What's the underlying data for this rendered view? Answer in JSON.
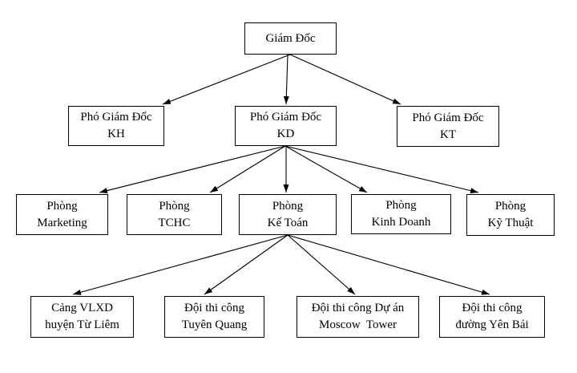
{
  "diagram": {
    "type": "org-chart",
    "background_color": "#ffffff",
    "line_color": "#000000",
    "box_border_color": "#000000",
    "text_color": "#000000",
    "nodes": [
      {
        "id": "giam-doc",
        "level": 1,
        "lines": [
          "Giám Đốc",
          ""
        ]
      },
      {
        "id": "pho-giam-doc-kh",
        "level": 2,
        "lines": [
          "Phó Giám Đốc",
          "KH"
        ]
      },
      {
        "id": "pho-giam-doc-kd",
        "level": 2,
        "lines": [
          "Phó Giám Đốc",
          "KD"
        ]
      },
      {
        "id": "pho-giam-doc-kt",
        "level": 2,
        "lines": [
          "Phó Giám Đốc",
          "KT"
        ]
      },
      {
        "id": "phong-marketing",
        "level": 3,
        "lines": [
          "Phòng",
          "Marketing"
        ]
      },
      {
        "id": "phong-tchc",
        "level": 3,
        "lines": [
          "Phòng",
          "TCHC"
        ]
      },
      {
        "id": "phong-ke-toan",
        "level": 3,
        "lines": [
          "Phòng",
          "Kế Toán"
        ]
      },
      {
        "id": "phong-kinh-doanh",
        "level": 3,
        "lines": [
          "Phòng",
          "Kinh Doanh"
        ]
      },
      {
        "id": "phong-ky-thuat",
        "level": 3,
        "lines": [
          "Phòng",
          "Kỹ Thuật"
        ]
      },
      {
        "id": "cang-vlxd-tu-liem",
        "level": 4,
        "lines": [
          "Cảng VLXD",
          "huyện Từ Liêm"
        ]
      },
      {
        "id": "doi-tuyen-quang",
        "level": 4,
        "lines": [
          "Đội thi công",
          "Tuyên Quang"
        ]
      },
      {
        "id": "doi-moscow-tower",
        "level": 4,
        "lines": [
          "Đội thi công Dự án",
          "Moscow  Tower"
        ]
      },
      {
        "id": "doi-yen-bai",
        "level": 4,
        "lines": [
          "Đội thi công",
          "đường Yên Bái"
        ]
      }
    ],
    "edges": [
      {
        "from": "giam-doc",
        "to": "pho-giam-doc-kh"
      },
      {
        "from": "giam-doc",
        "to": "pho-giam-doc-kd"
      },
      {
        "from": "giam-doc",
        "to": "pho-giam-doc-kt"
      },
      {
        "from": "pho-giam-doc-kd",
        "to": "phong-marketing"
      },
      {
        "from": "pho-giam-doc-kd",
        "to": "phong-tchc"
      },
      {
        "from": "pho-giam-doc-kd",
        "to": "phong-ke-toan"
      },
      {
        "from": "pho-giam-doc-kd",
        "to": "phong-kinh-doanh"
      },
      {
        "from": "pho-giam-doc-kd",
        "to": "phong-ky-thuat"
      },
      {
        "from": "phong-ke-toan",
        "to": "cang-vlxd-tu-liem"
      },
      {
        "from": "phong-ke-toan",
        "to": "doi-tuyen-quang"
      },
      {
        "from": "phong-ke-toan",
        "to": "doi-moscow-tower"
      },
      {
        "from": "phong-ke-toan",
        "to": "doi-yen-bai"
      }
    ]
  }
}
